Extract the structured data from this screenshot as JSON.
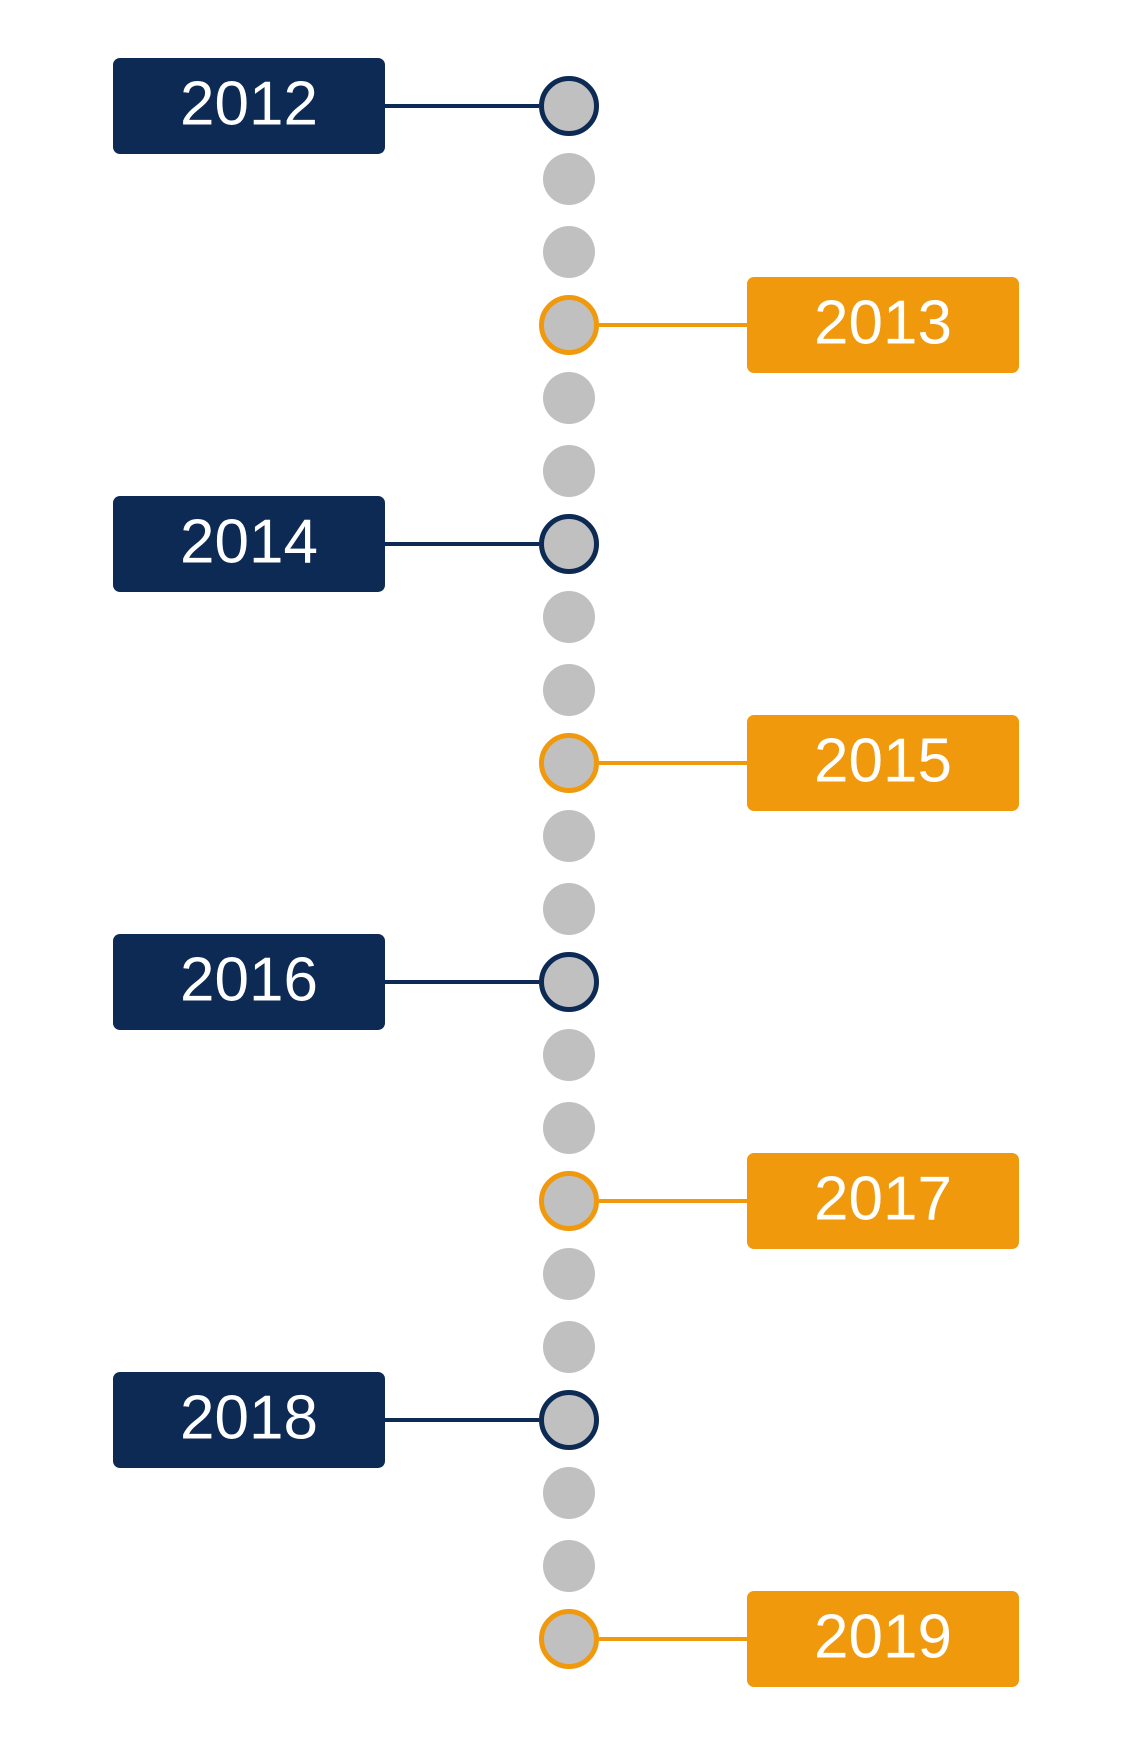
{
  "colors": {
    "left": "#0c2a53",
    "right": "#f0990c",
    "dot": "#c0c0c0"
  },
  "timeline": {
    "events": [
      {
        "year": "2012",
        "side": "left"
      },
      {
        "year": "2013",
        "side": "right"
      },
      {
        "year": "2014",
        "side": "left"
      },
      {
        "year": "2015",
        "side": "right"
      },
      {
        "year": "2016",
        "side": "left"
      },
      {
        "year": "2017",
        "side": "right"
      },
      {
        "year": "2018",
        "side": "left"
      },
      {
        "year": "2019",
        "side": "right"
      }
    ],
    "dots_between_events": 2
  }
}
